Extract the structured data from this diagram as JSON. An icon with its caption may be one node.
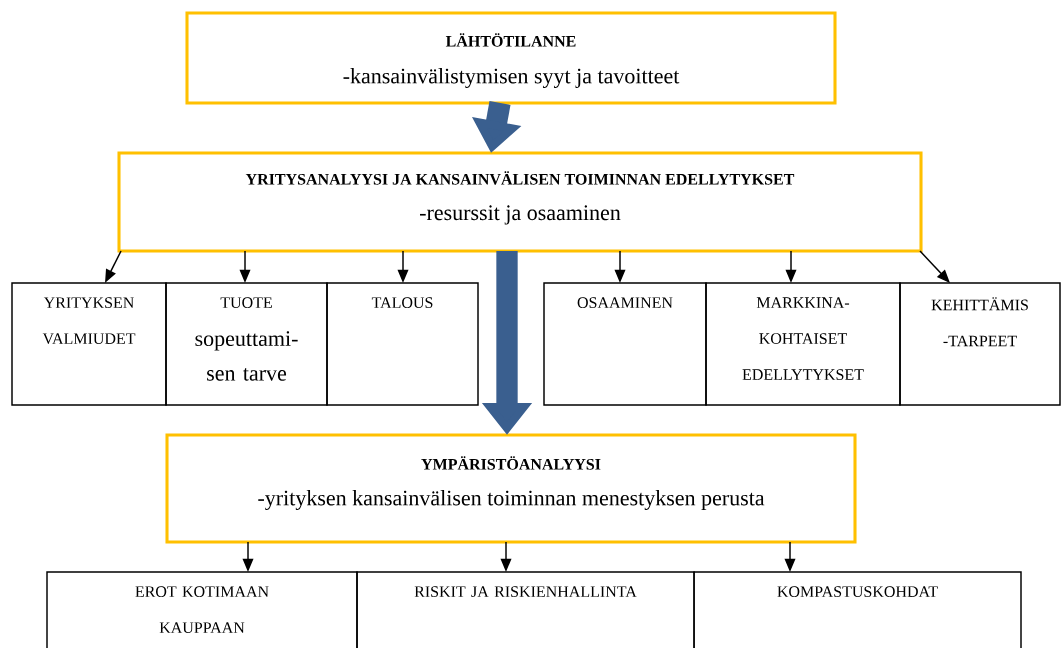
{
  "diagram": {
    "nodes": [
      {
        "text": [
          "LÄHTÖTILANNE",
          "-kansainvälistymisen syyt ja tavoitteet"
        ]
      },
      {
        "text": [
          "YRITYSANALYYSI JA KANSAINVÄLISEN TOIMINNAN EDELLYTYKSET",
          "-resurssit ja osaaminen"
        ]
      },
      {
        "text": [
          "YRITYKSEN VALMIUDET"
        ]
      },
      {
        "text": [
          "TUOTE",
          "sopeuttami- sen tarve"
        ]
      },
      {
        "text": [
          "TALOUS"
        ]
      },
      {
        "text": [
          "OSAAMINEN"
        ]
      },
      {
        "text": [
          "MARKKINA- KOHTAISET EDELLYTYKSET"
        ]
      },
      {
        "text": [
          "KEHITTÄMIS -TARPEET"
        ]
      },
      {
        "text": [
          "YMPÄRISTÖANALYYSI",
          "-yrityksen kansainvälisen toiminnan menestyksen perusta"
        ]
      },
      {
        "text": [
          "EROT KOTIMAAN KAUPPAAN"
        ]
      },
      {
        "text": [
          "RISKIT JA RISKIENHALLINTA"
        ]
      },
      {
        "text": [
          "KOMPASTUSKOHDAT"
        ]
      }
    ],
    "edges": [
      {
        "from": 0,
        "to": 1,
        "arrow": "to",
        "style": "thick",
        "color": "#3a5f8f"
      },
      {
        "from": 1,
        "to": 2,
        "arrow": "to"
      },
      {
        "from": 1,
        "to": 3,
        "arrow": "to"
      },
      {
        "from": 1,
        "to": 4,
        "arrow": "to"
      },
      {
        "from": 1,
        "to": 8,
        "arrow": "to",
        "style": "thick",
        "color": "#3a5f8f"
      },
      {
        "from": 1,
        "to": 5,
        "arrow": "to"
      },
      {
        "from": 1,
        "to": 6,
        "arrow": "to"
      },
      {
        "from": 1,
        "to": 7,
        "arrow": "to"
      },
      {
        "from": 8,
        "to": 9,
        "arrow": "to"
      },
      {
        "from": 8,
        "to": 10,
        "arrow": "to"
      },
      {
        "from": 8,
        "to": 11,
        "arrow": "to"
      }
    ]
  }
}
